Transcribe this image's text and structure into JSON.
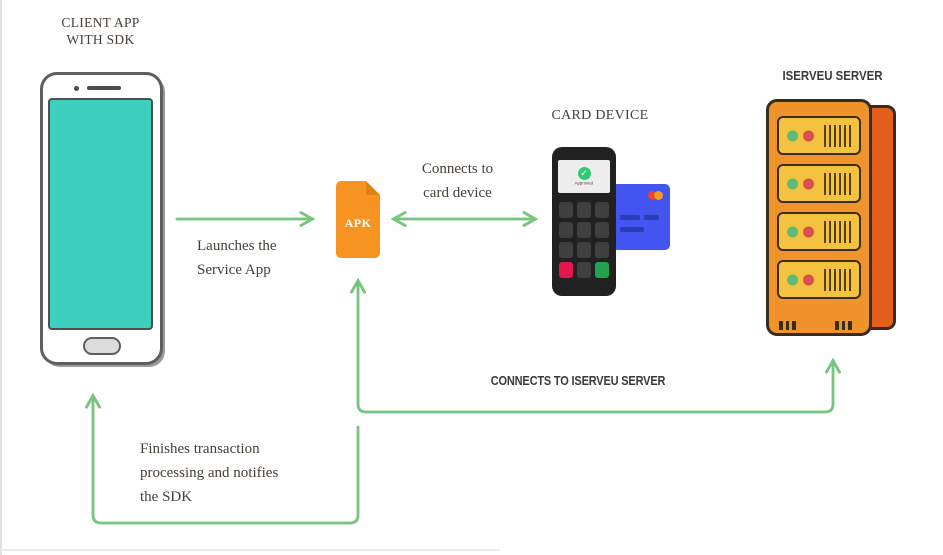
{
  "client_app": {
    "title_line1": "CLIENT APP",
    "title_line2": "WITH SDK"
  },
  "apk": {
    "label": "APK"
  },
  "card_device": {
    "title": "CARD DEVICE",
    "screen_status": "Approved"
  },
  "server": {
    "title": "ISERVEU SERVER"
  },
  "edges": {
    "launch_line1": "Launches the",
    "launch_line2": "Service App",
    "connect_card_line1": "Connects to",
    "connect_card_line2": "card device",
    "connect_server": "CONNECTS TO ISERVEU SERVER",
    "notify_line1": "Finishes transaction",
    "notify_line2": "processing and notifies",
    "notify_line3": "the SDK"
  },
  "icons": {
    "approved_check": "✓"
  },
  "colors": {
    "arrow_green": "#77c57e",
    "phone_screen_teal": "#3ed0bf",
    "apk_orange": "#f79421",
    "terminal_dark": "#212121",
    "status_green": "#2ecc71",
    "key_red": "#e3164d",
    "key_green": "#21a24d",
    "card_blue": "#4355f1",
    "server_body_orange": "#f0932b",
    "server_side_orange": "#e2601c",
    "server_unit_yellow": "#f4c23d",
    "light_green": "#5fbc77",
    "light_red": "#da4f52"
  }
}
